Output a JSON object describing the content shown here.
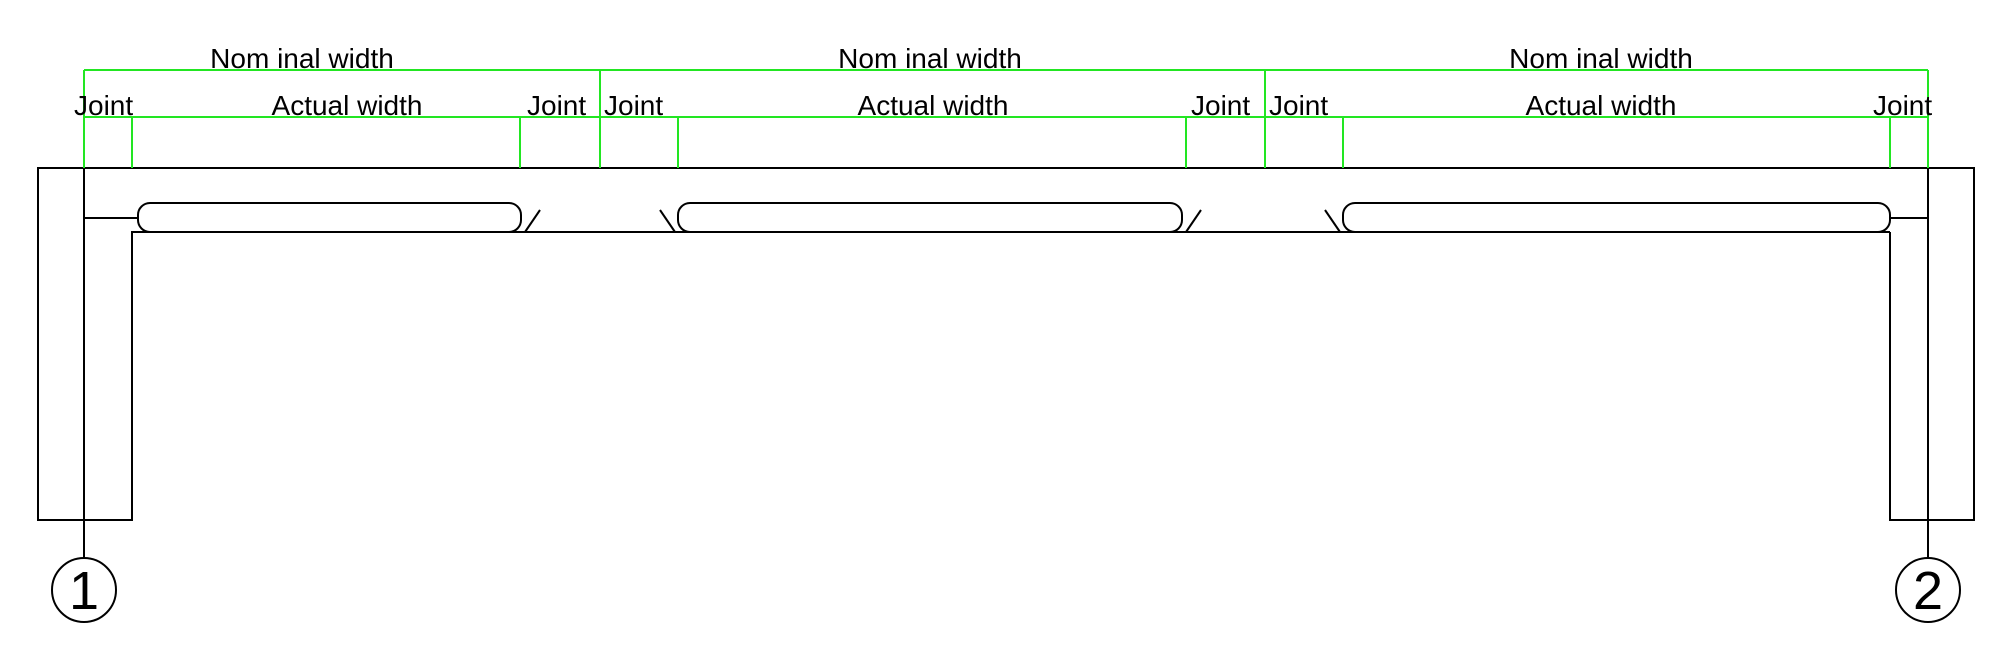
{
  "colors": {
    "dimension": "#22e622",
    "outline": "#000000",
    "background": "#ffffff"
  },
  "labels": {
    "nominal_width": "Nom inal width",
    "actual_width": "Actual width",
    "joint": "Joint"
  },
  "grid_markers": [
    "1",
    "2"
  ]
}
